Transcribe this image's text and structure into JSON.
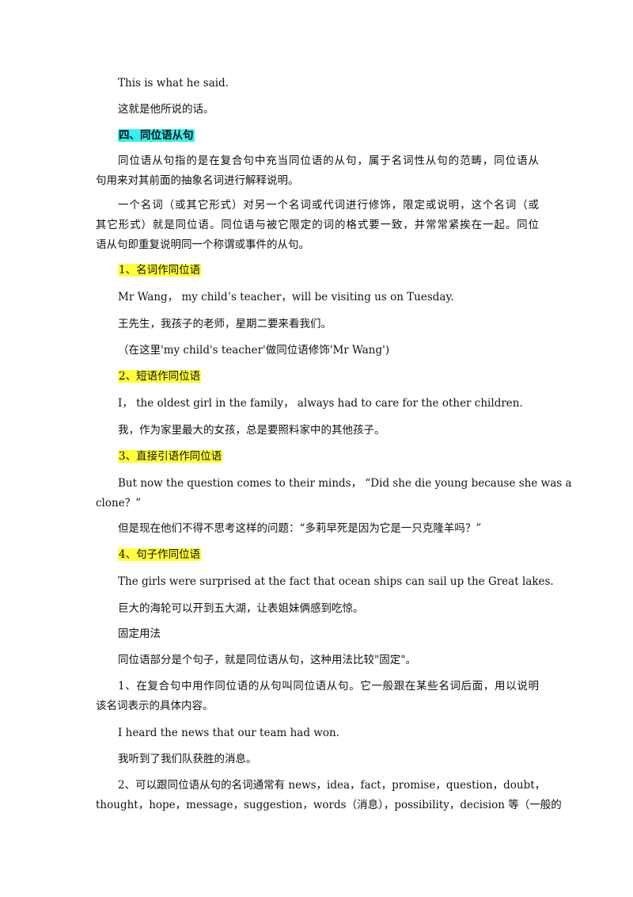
{
  "lines": [
    "This is what he said.",
    "这就是他所说的话。",
    "四、同位语从句",
    "同位语从句指的是在复合句中充当同位语的从句，属于名词性从句的范畴，同位语从",
    "句用来对其前面的抽象名词进行解释说明。",
    "一个名词（或其它形式）对另一个名词或代词进行修饰，限定或说明，这个名词（或",
    "其它形式）就是同位语。同位语与被它限定的词的格式要一致，并常常紧挨在一起。同位",
    "语从句即重复说明同一个称谓或事件的从句。",
    "1、名词作同位语",
    "Mr Wang， my child’s teacher，will be visiting us on Tuesday.",
    "王先生，我孩子的老师，星期二要来看我们。",
    "（在这里'my child's teacher'做同位语修饰'Mr Wang')",
    "2、短语作同位语",
    "I， the oldest girl in the family， always had to care for the other children.",
    "我，作为家里最大的女孩，总是要照料家中的其他孩子。",
    "3、直接引语作同位语",
    "But now the question comes to their minds， “Did she die young because she was a",
    "clone？”",
    "但是现在他们不得不思考这样的问题：“多莉早死是因为它是一只克隆羊吗？”",
    "4、句子作同位语",
    "The girls were surprised at the fact that ocean ships can sail up the Great lakes.",
    "巨大的海轮可以开到五大湖，让表姐妹俩感到吃惊。",
    "固定用法",
    "同位语部分是个句子，就是同位语从句，这种用法比较\"固定\"。",
    "1、在复合句中用作同位语的从句叫同位语从句。它一般跟在某些名词后面，用以说明",
    "该名词表示的具体内容。",
    "I heard the news that our team had won.",
    "我听到了我们队获胜的消息。",
    "2、可以跟同位语从句的名词通常有 news，idea，fact，promise，question，doubt，",
    "thought，hope，message，suggestion，words（消息），possibility，decision 等（一般的"
  ],
  "colors": {
    "highlight_yellow": "#ffff3a",
    "highlight_cyan": "#35f0f0"
  }
}
